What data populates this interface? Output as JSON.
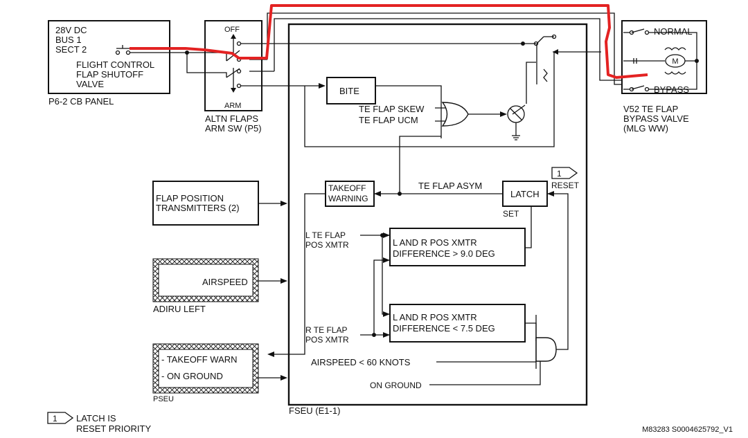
{
  "colors": {
    "ink": "#111111",
    "highlight": "#e32222",
    "background": "#ffffff"
  },
  "labels": {
    "bus_line1": "28V DC",
    "bus_line2": "BUS 1",
    "bus_line3": "SECT 2",
    "cb_line1": "FLIGHT CONTROL",
    "cb_line2": "FLAP SHUTOFF",
    "cb_line3": "VALVE",
    "cb_panel": "P6-2 CB PANEL",
    "sw_off": "OFF",
    "sw_arm": "ARM",
    "altn_line1": "ALTN FLAPS",
    "altn_line2": "ARM SW (P5)",
    "bite": "BITE",
    "te_skew": "TE FLAP SKEW",
    "te_ucm": "TE FLAP UCM",
    "normal": "NORMAL",
    "bypass": "BYPASS",
    "motor": "M",
    "valve_line1": "V52 TE FLAP",
    "valve_line2": "BYPASS VALVE",
    "valve_line3": "(MLG WW)",
    "fpt_line1": "FLAP POSITION",
    "fpt_line2": "TRANSMITTERS (2)",
    "tow_line1": "TAKEOFF",
    "tow_line2": "WARNING",
    "te_asym": "TE FLAP ASYM",
    "latch": "LATCH",
    "set": "SET",
    "reset": "RESET",
    "note_num": "1",
    "l_xmtr_line1": "L TE FLAP",
    "l_xmtr_line2": "POS XMTR",
    "r_xmtr_line1": "R TE FLAP",
    "r_xmtr_line2": "POS XMTR",
    "diff1_line1": "L AND R POS XMTR",
    "diff1_line2": "DIFFERENCE > 9.0 DEG",
    "diff2_line1": "L AND R POS XMTR",
    "diff2_line2": "DIFFERENCE < 7.5 DEG",
    "airspeed": "AIRSPEED",
    "adiru": "ADIRU LEFT",
    "takeoff_warn": "- TAKEOFF WARN",
    "on_ground_item": "- ON GROUND",
    "pseu": "PSEU",
    "airspeed_lt": "AIRSPEED < 60 KNOTS",
    "on_ground": "ON GROUND",
    "fseu": "FSEU (E1-1)",
    "note_text_line1": "LATCH IS",
    "note_text_line2": "RESET PRIORITY",
    "drawing_id": "M83283 S0004625792_V1"
  }
}
